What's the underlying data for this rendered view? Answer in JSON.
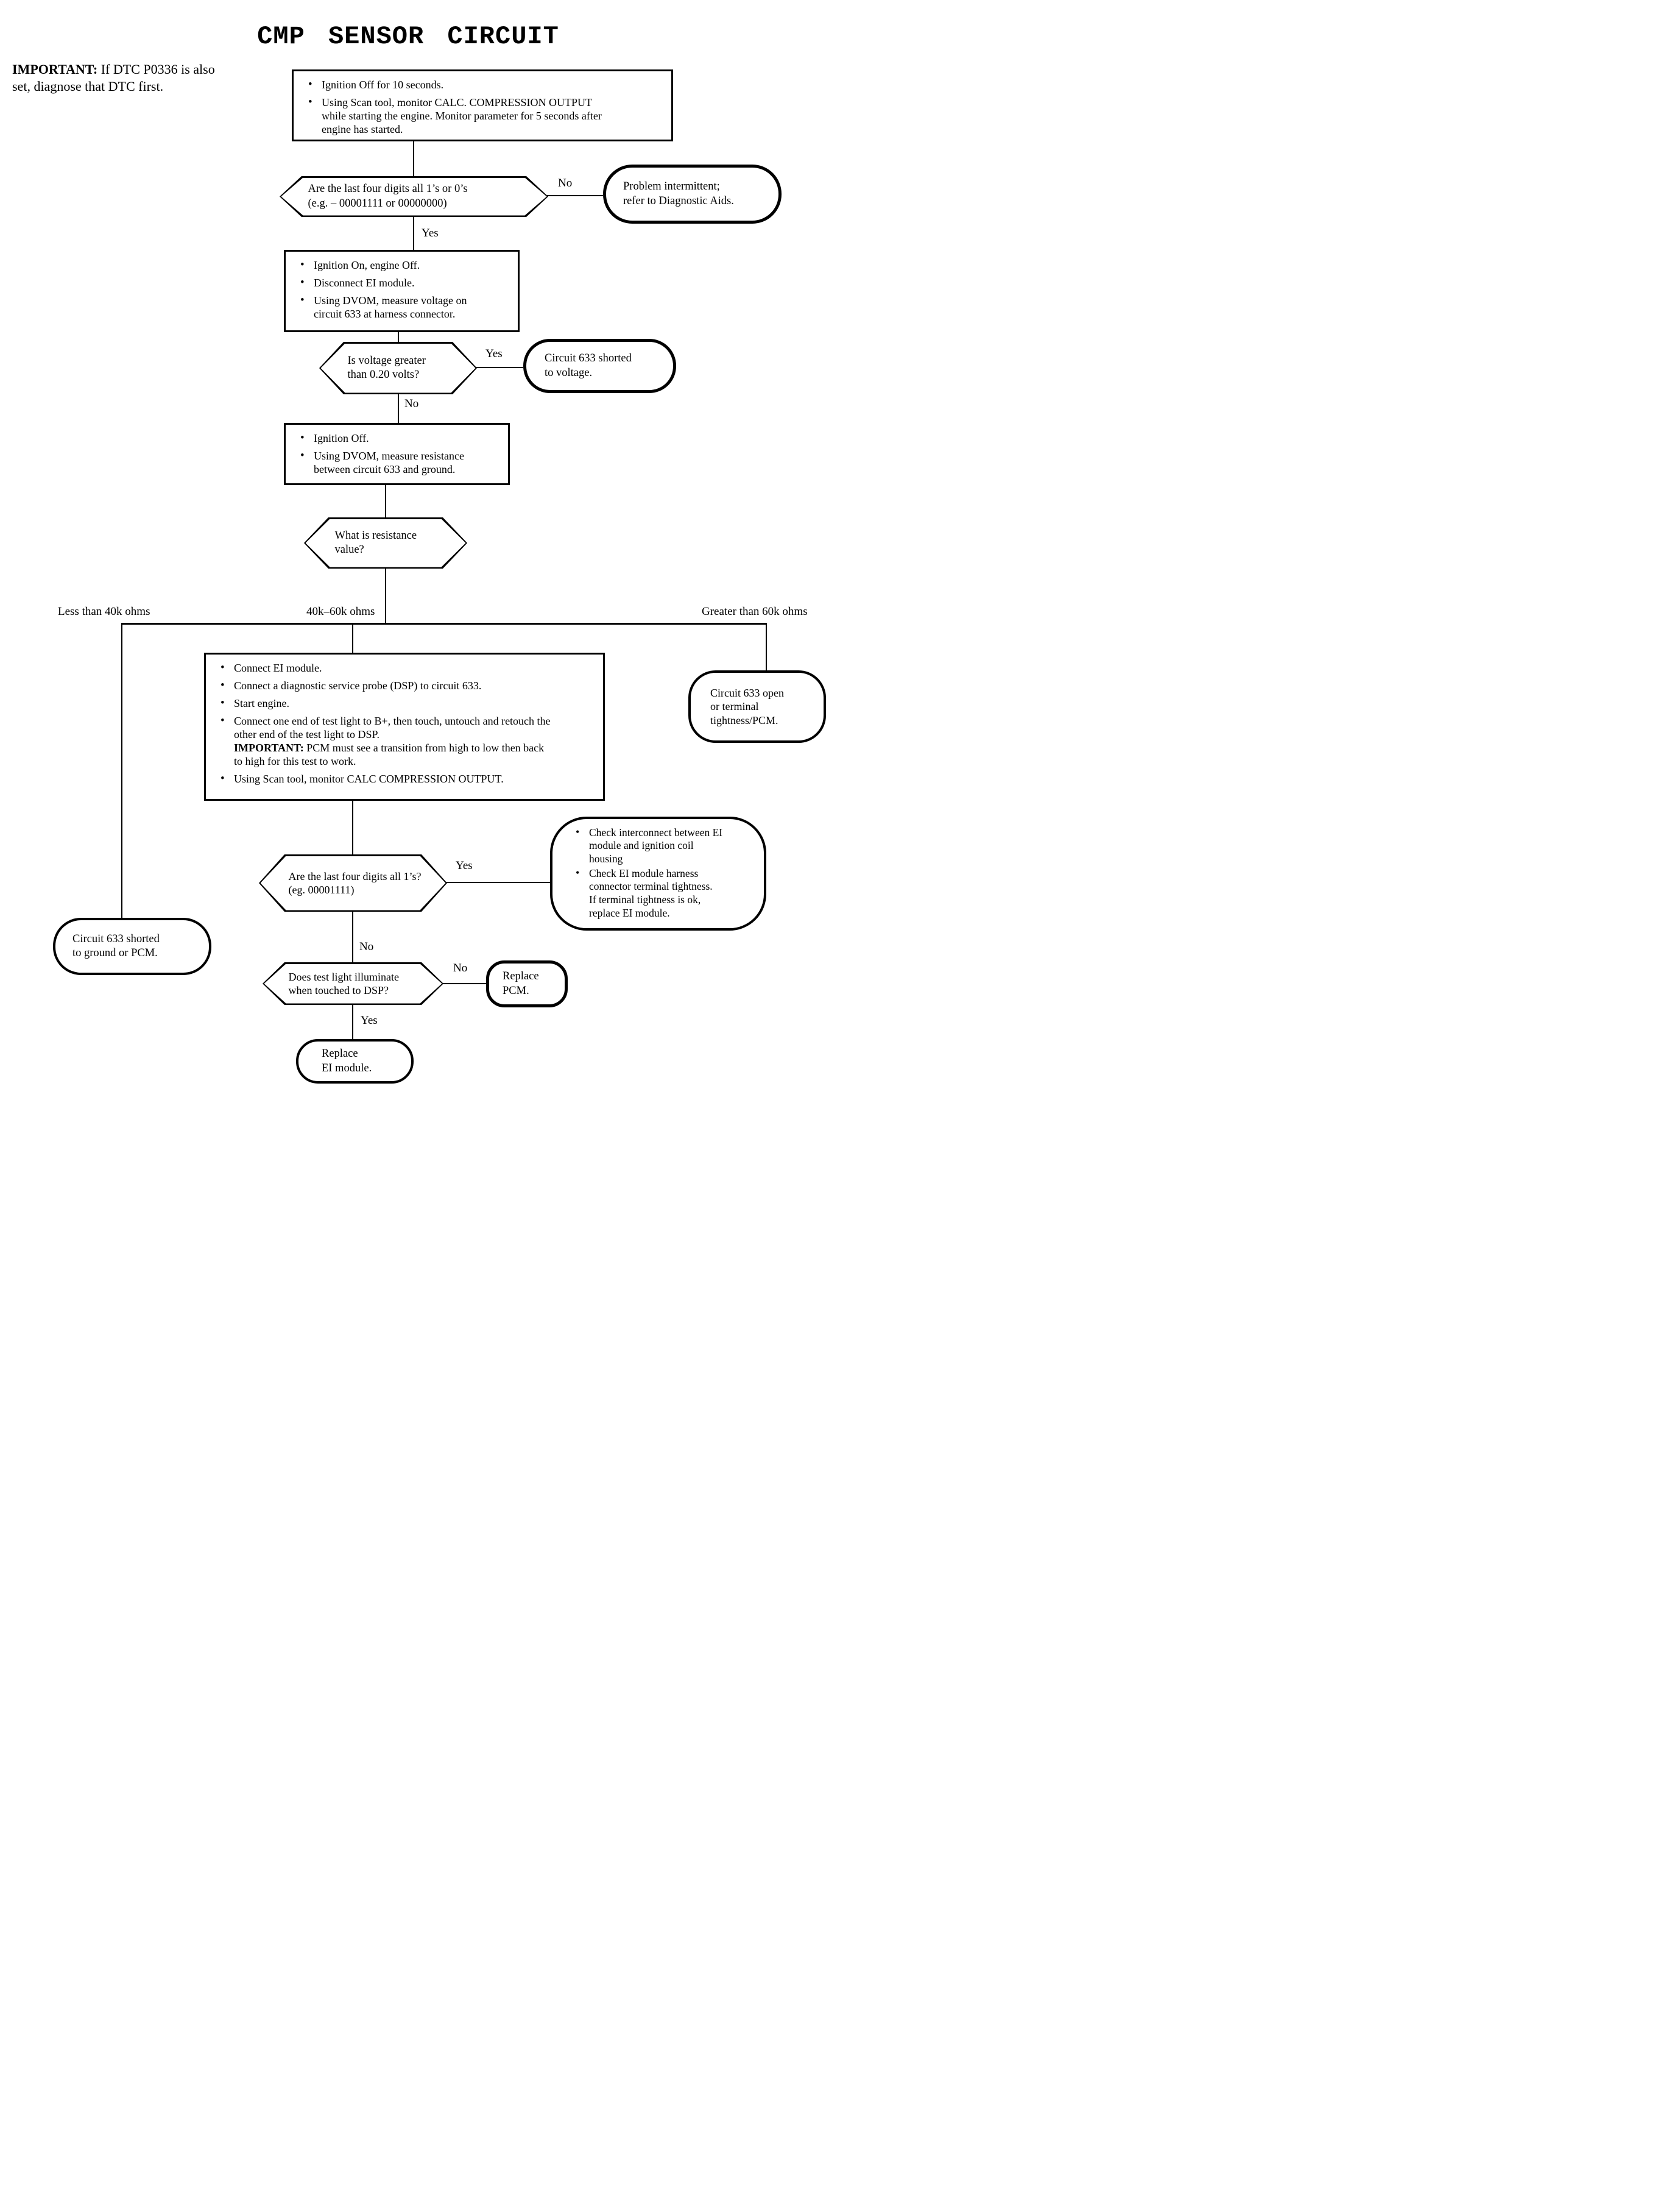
{
  "title": "CMP SENSOR CIRCUIT",
  "note": {
    "label": "IMPORTANT:",
    "text": "If DTC P0336 is also set, diagnose that DTC first."
  },
  "labels": {
    "yes": "Yes",
    "no": "No"
  },
  "branches": {
    "left": "Less than 40k ohms",
    "center": "40k–60k ohms",
    "right": "Greater than 60k ohms"
  },
  "steps": {
    "initial": {
      "b1": "Ignition Off for 10 seconds.",
      "b2": "Using Scan tool, monitor CALC. COMPRESSION OUTPUT while starting the engine. Monitor parameter for 5 seconds after engine has started."
    },
    "voltage": {
      "b1": "Ignition On, engine Off.",
      "b2": "Disconnect EI module.",
      "b3": "Using DVOM, measure voltage on circuit 633 at harness connector."
    },
    "resistance": {
      "b1": "Ignition Off.",
      "b2": "Using DVOM, measure resistance between circuit 633 and ground."
    },
    "test_light": {
      "b1": "Connect EI module.",
      "b2": "Connect a diagnostic service probe (DSP) to circuit 633.",
      "b3": "Start engine.",
      "b4": "Connect one end of test light to B+, then touch, untouch and retouch the other end of the test light to DSP.",
      "b4_important_label": "IMPORTANT:",
      "b4_important_text": "PCM must see a transition from high to low then back to high for this test to work.",
      "b5": "Using Scan tool, monitor CALC COMPRESSION OUTPUT."
    }
  },
  "decisions": {
    "digits_1s_0s": {
      "line1": "Are the last four digits all 1’s or 0’s",
      "line2": "(e.g. – 00001111 or 00000000)"
    },
    "voltage_gt": {
      "line1": "Is voltage greater",
      "line2": "than 0.20 volts?"
    },
    "resistance_value": {
      "line1": "What is resistance",
      "line2": "value?"
    },
    "digits_1s": {
      "line1": "Are the last four digits all 1’s?",
      "line2": "(eg. 00001111)"
    },
    "test_light_illuminate": {
      "line1": "Does test light illuminate",
      "line2": "when touched to DSP?"
    }
  },
  "terminals": {
    "intermittent": {
      "line1": "Problem intermittent;",
      "line2": "refer to Diagnostic Aids."
    },
    "shorted_voltage": {
      "line1": "Circuit 633 shorted",
      "line2": "to voltage."
    },
    "open_circuit": {
      "line1": "Circuit 633 open",
      "line2": "or terminal",
      "line3": "tightness/PCM."
    },
    "shorted_ground": {
      "line1": "Circuit 633 shorted",
      "line2": "to ground or PCM."
    },
    "check_interconnect": {
      "b1": "Check interconnect between EI module and ignition coil housing",
      "b2": "Check EI module harness connector terminal tightness.",
      "b2b": "If terminal tightness is ok, replace EI module."
    },
    "replace_pcm": {
      "line1": "Replace",
      "line2": "PCM."
    },
    "replace_ei": {
      "line1": "Replace",
      "line2": "EI module."
    }
  }
}
